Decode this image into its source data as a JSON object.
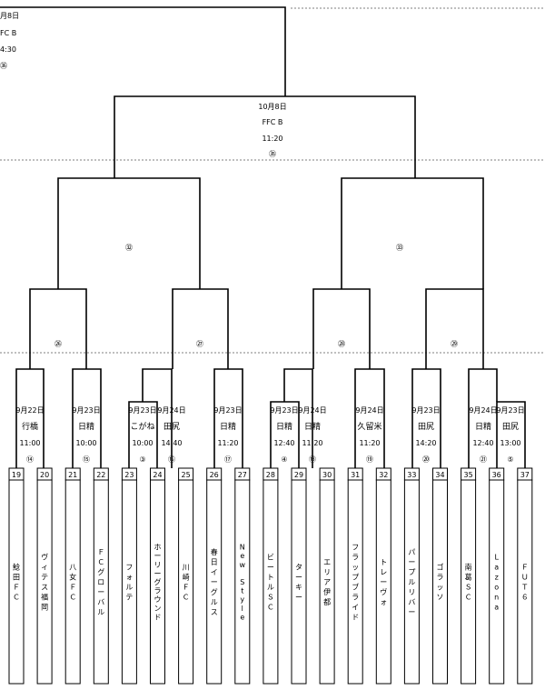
{
  "top_match": {
    "date": "月8日",
    "venue": "FC B",
    "time": "4:30",
    "no": "㊱"
  },
  "semi_match": {
    "date": "10月8日",
    "venue": "FFC B",
    "time": "11:20",
    "no": "㉟"
  },
  "quarter_left": {
    "no": "㉜"
  },
  "quarter_right": {
    "no": "㉝"
  },
  "r3": [
    {
      "no": "㉖"
    },
    {
      "no": "㉗"
    },
    {
      "no": "㉘"
    },
    {
      "no": "㉙"
    }
  ],
  "r2": [
    {
      "date": "9月22日",
      "venue": "行橋",
      "time": "11:00",
      "no": "⑭"
    },
    {
      "date": "9月23日",
      "venue": "日精",
      "time": "10:00",
      "no": "⑮"
    },
    {
      "date": "9月24日",
      "venue": "田尻",
      "time": "14:40",
      "no": "⑯"
    },
    {
      "date": "9月23日",
      "venue": "日精",
      "time": "11:20",
      "no": "⑰"
    },
    {
      "date": "9月24日",
      "venue": "日精",
      "time": "11:20",
      "no": "⑱"
    },
    {
      "date": "9月24日",
      "venue": "久留米",
      "time": "11:20",
      "no": "⑲"
    },
    {
      "date": "9月23日",
      "venue": "田尻",
      "time": "14:20",
      "no": "⑳"
    },
    {
      "date": "9月24日",
      "venue": "日精",
      "time": "12:40",
      "no": "㉑"
    }
  ],
  "r1": [
    {
      "date": "9月23日",
      "venue": "こがね",
      "time": "10:00",
      "no": "③"
    },
    {
      "date": "9月23日",
      "venue": "日精",
      "time": "12:40",
      "no": "④"
    },
    {
      "date": "9月23日",
      "venue": "田尻",
      "time": "13:00",
      "no": "⑤"
    }
  ],
  "teams": [
    {
      "num": "19",
      "name": "鯰田ＦＣ"
    },
    {
      "num": "20",
      "name": "ヴィテス福岡"
    },
    {
      "num": "21",
      "name": "八女ＦＣ"
    },
    {
      "num": "22",
      "name": "ＦＣグローバル"
    },
    {
      "num": "23",
      "name": "フォルテ"
    },
    {
      "num": "24",
      "name": "ホーリーグラウンド"
    },
    {
      "num": "25",
      "name": "川崎ＦＣ"
    },
    {
      "num": "26",
      "name": "春日イーグルス"
    },
    {
      "num": "27",
      "name": "New Style"
    },
    {
      "num": "28",
      "name": "ビートルＳＣ"
    },
    {
      "num": "29",
      "name": "ターキー"
    },
    {
      "num": "30",
      "name": "エリア伊都"
    },
    {
      "num": "31",
      "name": "フラップブライド"
    },
    {
      "num": "32",
      "name": "トレーヴォ"
    },
    {
      "num": "33",
      "name": "パープルリバー"
    },
    {
      "num": "34",
      "name": "ゴラッソ"
    },
    {
      "num": "35",
      "name": "南葛ＳＣ"
    },
    {
      "num": "36",
      "name": "Lazona"
    },
    {
      "num": "37",
      "name": "ＦＵＴ６"
    }
  ]
}
